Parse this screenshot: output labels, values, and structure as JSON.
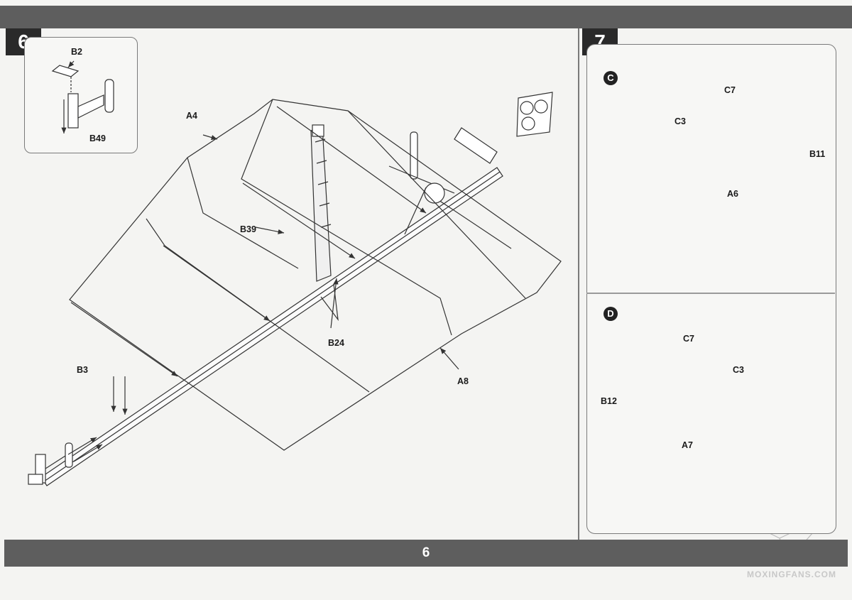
{
  "page": {
    "number": "6"
  },
  "steps": [
    {
      "number": "6"
    },
    {
      "number": "7"
    }
  ],
  "step6": {
    "inset_labels": [
      "B2",
      "B49"
    ],
    "labels": [
      "A4",
      "B39",
      "B24",
      "A8",
      "B3"
    ]
  },
  "step7": {
    "views": [
      {
        "badge": "C",
        "labels": [
          "C7",
          "C3",
          "B11",
          "A6"
        ]
      },
      {
        "badge": "D",
        "labels": [
          "C7",
          "C3",
          "B12",
          "A7"
        ]
      }
    ]
  },
  "watermark": {
    "text": "MOXINGFANS.COM"
  },
  "colors": {
    "bar": "#5e5e5e",
    "badge": "#2a2a2a",
    "line": "#333333",
    "page": "#f4f4f2"
  }
}
